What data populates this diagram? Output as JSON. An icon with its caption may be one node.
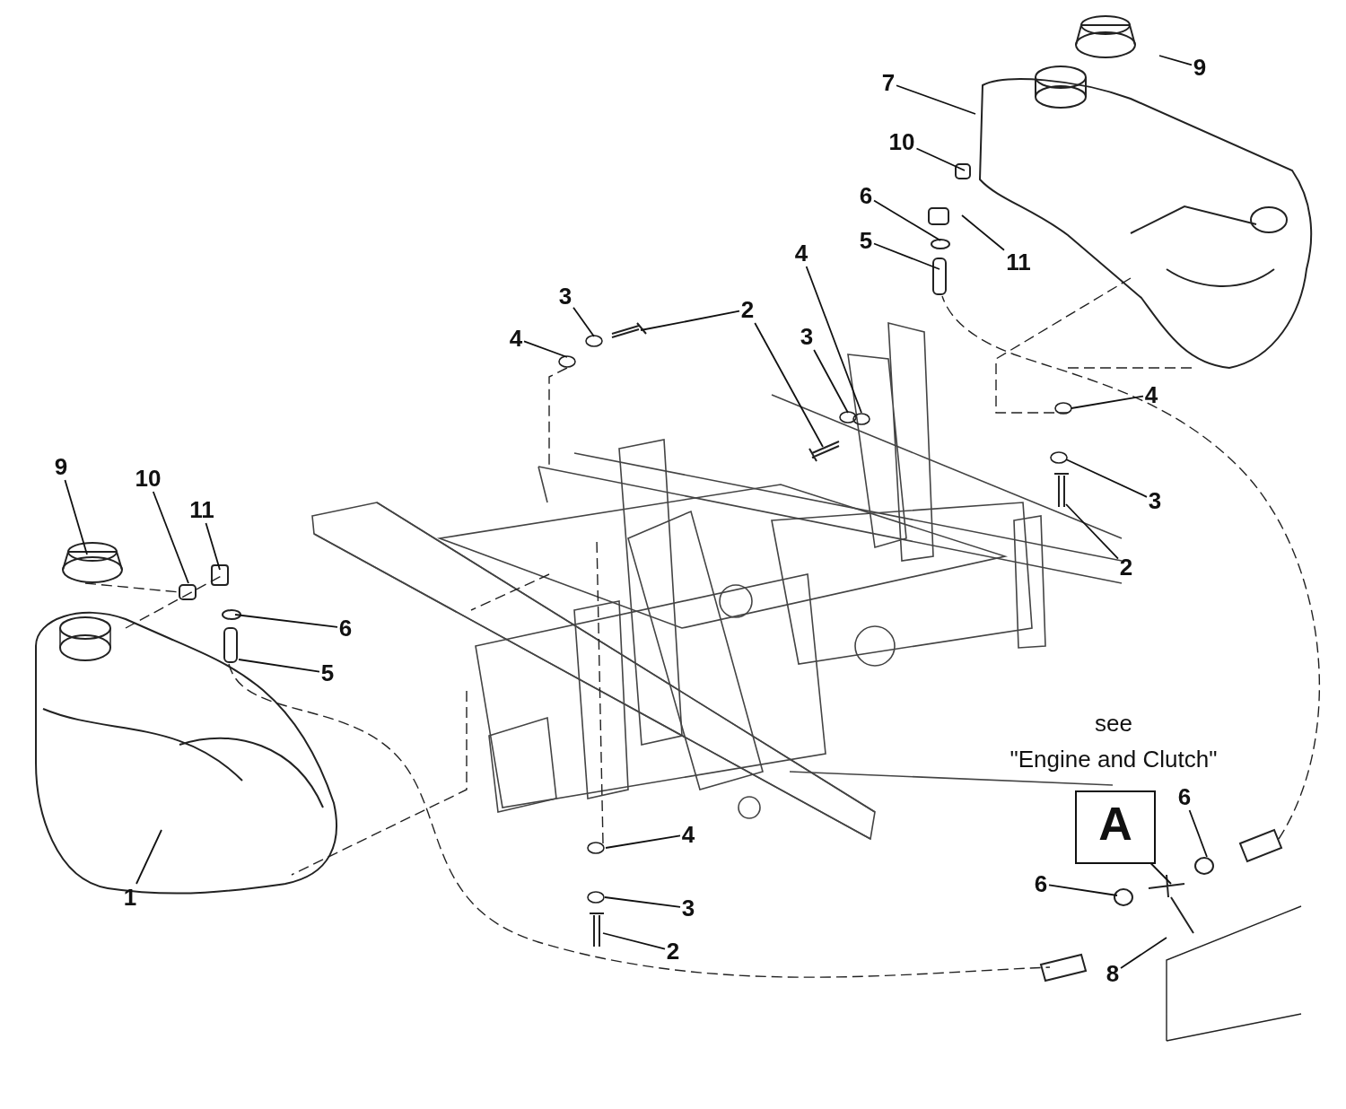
{
  "diagram": {
    "nodes": [
      {
        "text": [
          "9"
        ]
      },
      {
        "text": [
          "7"
        ]
      },
      {
        "text": [
          "10"
        ]
      },
      {
        "text": [
          "6"
        ]
      },
      {
        "text": [
          "11"
        ]
      },
      {
        "text": [
          "5"
        ]
      },
      {
        "text": [
          "2"
        ]
      },
      {
        "text": [
          "3"
        ]
      },
      {
        "text": [
          "4"
        ]
      },
      {
        "text": [
          "4"
        ]
      },
      {
        "text": [
          "3"
        ]
      },
      {
        "text": [
          "4"
        ]
      },
      {
        "text": [
          "9"
        ]
      },
      {
        "text": [
          "10"
        ]
      },
      {
        "text": [
          "11"
        ]
      },
      {
        "text": [
          "3"
        ]
      },
      {
        "text": [
          "2"
        ]
      },
      {
        "text": [
          "6"
        ]
      },
      {
        "text": [
          "5"
        ]
      },
      {
        "text": [
          "A"
        ]
      },
      {
        "text": [
          "6"
        ]
      },
      {
        "text": [
          "4"
        ]
      },
      {
        "text": [
          "6"
        ]
      },
      {
        "text": [
          "1"
        ]
      },
      {
        "text": [
          "3"
        ]
      },
      {
        "text": [
          "2"
        ]
      },
      {
        "text": [
          "8"
        ]
      }
    ],
    "edges": [
      {
        "from": 0,
        "to": null,
        "arrow": "none"
      },
      {
        "from": 1,
        "to": null,
        "arrow": "none"
      },
      {
        "from": 2,
        "to": null,
        "arrow": "none"
      },
      {
        "from": 3,
        "to": null,
        "arrow": "none"
      },
      {
        "from": 4,
        "to": null,
        "arrow": "none"
      },
      {
        "from": 5,
        "to": null,
        "arrow": "none"
      },
      {
        "from": 6,
        "to": null,
        "arrow": "none"
      },
      {
        "from": 6,
        "to": null,
        "arrow": "none"
      },
      {
        "from": 7,
        "to": null,
        "arrow": "none"
      },
      {
        "from": 8,
        "to": null,
        "arrow": "none"
      },
      {
        "from": 9,
        "to": null,
        "arrow": "none"
      },
      {
        "from": 10,
        "to": null,
        "arrow": "none"
      },
      {
        "from": 11,
        "to": null,
        "arrow": "none"
      },
      {
        "from": 12,
        "to": null,
        "arrow": "none"
      },
      {
        "from": 13,
        "to": null,
        "arrow": "none"
      },
      {
        "from": 14,
        "to": null,
        "arrow": "none"
      },
      {
        "from": 15,
        "to": null,
        "arrow": "none"
      },
      {
        "from": 16,
        "to": null,
        "arrow": "none"
      },
      {
        "from": 17,
        "to": null,
        "arrow": "none"
      },
      {
        "from": 18,
        "to": null,
        "arrow": "none"
      },
      {
        "from": 19,
        "to": null,
        "arrow": "none"
      },
      {
        "from": 20,
        "to": null,
        "arrow": "none"
      },
      {
        "from": 21,
        "to": null,
        "arrow": "none"
      },
      {
        "from": 22,
        "to": null,
        "arrow": "none"
      },
      {
        "from": 23,
        "to": null,
        "arrow": "none"
      },
      {
        "from": 24,
        "to": null,
        "arrow": "none"
      },
      {
        "from": 25,
        "to": null,
        "arrow": "none"
      },
      {
        "from": 26,
        "to": null,
        "arrow": "none"
      }
    ],
    "labels": [
      "see",
      "\"Engine and Clutch\""
    ]
  }
}
